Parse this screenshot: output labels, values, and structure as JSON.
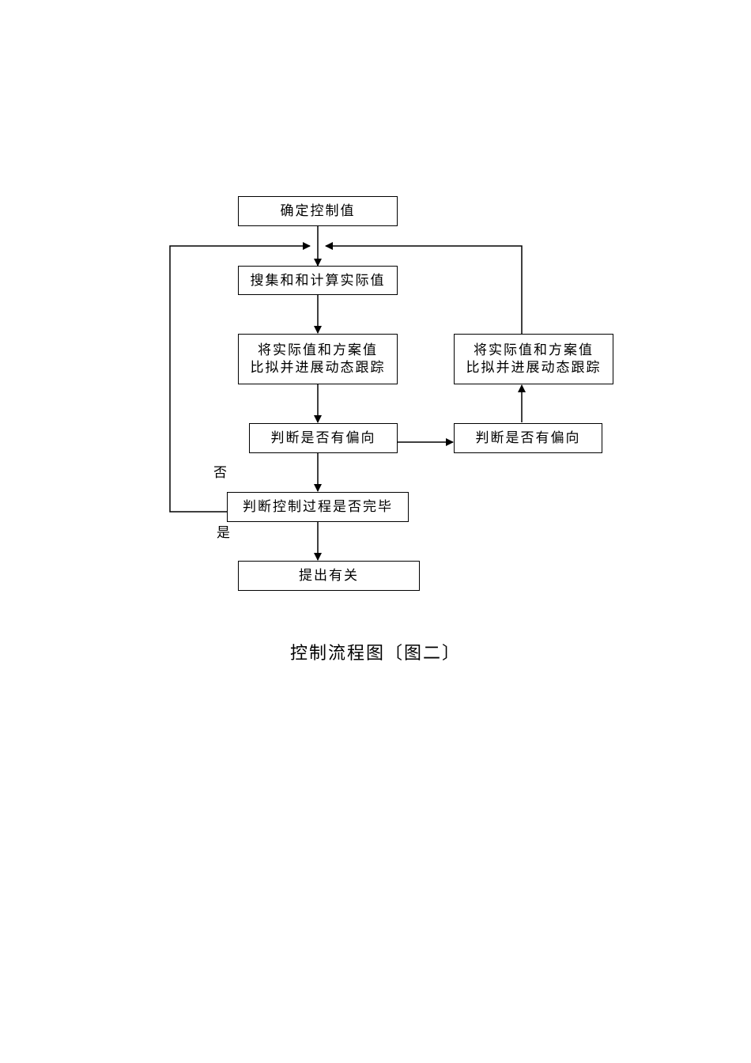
{
  "nodes": {
    "determine_control_value": "确定控制值",
    "collect_calculate_actual": "搜集和和计算实际值",
    "compare_left": {
      "line1": "将实际值和方案值",
      "line2": "比拟并进展动态跟踪"
    },
    "compare_right": {
      "line1": "将实际值和方案值",
      "line2": "比拟并进展动态跟踪"
    },
    "check_deviation_left": "判断是否有偏向",
    "check_deviation_right": "判断是否有偏向",
    "check_complete": "判断控制过程是否完毕",
    "propose": "提出有关"
  },
  "branch_labels": {
    "no": "否",
    "yes": "是"
  },
  "caption": "控制流程图〔图二〕"
}
